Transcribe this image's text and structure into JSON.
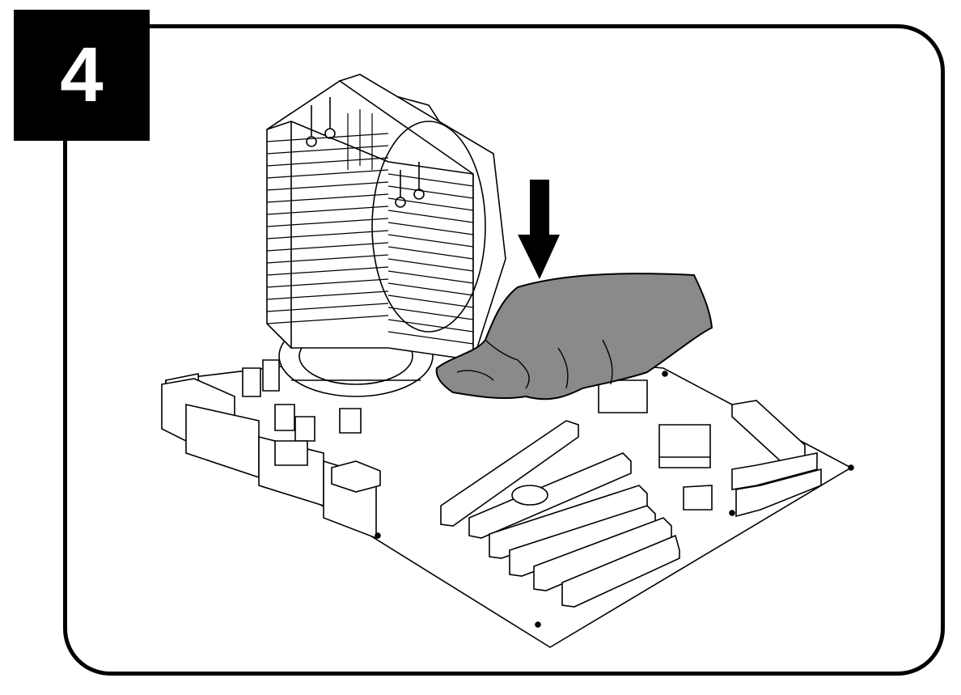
{
  "step": {
    "number": "4"
  },
  "colors": {
    "frame": "#000000",
    "badge": "#000000",
    "badge_text": "#ffffff",
    "hand_fill": "#8a8a8a",
    "line": "#000000"
  },
  "illustration": {
    "subject": "cpu-tower-cooler-on-motherboard",
    "arrow_direction": "down"
  }
}
